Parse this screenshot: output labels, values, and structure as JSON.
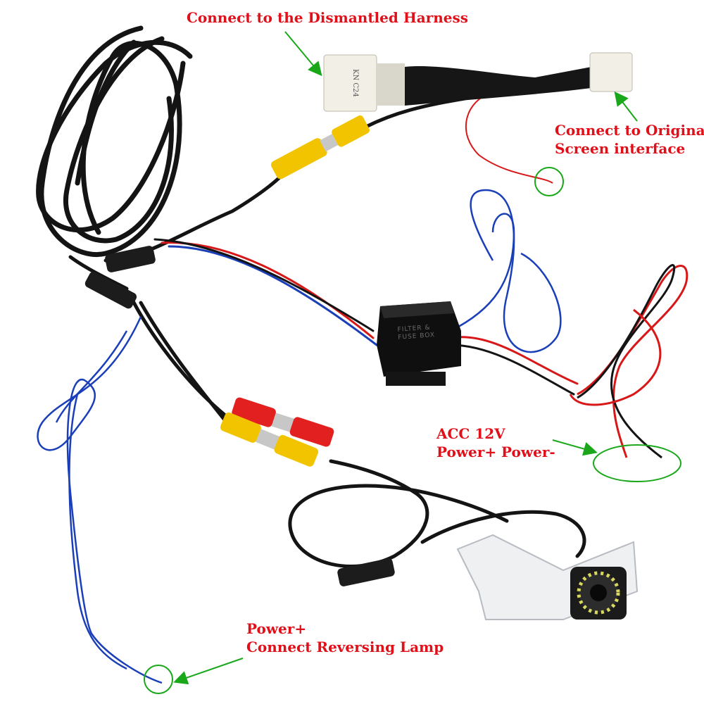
{
  "callouts": {
    "dismantled_harness": "Connect to the Dismantled Harness",
    "original_screen_line1": "Connect to Original",
    "original_screen_line2": "Screen interface",
    "acc_line1": "ACC 12V",
    "acc_line2": "Power+ Power-",
    "lamp_line1": "Power+",
    "lamp_line2": "Connect Reversing Lamp"
  },
  "product_text": {
    "fuse_box_line1": "FILTER &",
    "fuse_box_line2": "FUSE BOX",
    "harness_code": "KN C24"
  },
  "colors": {
    "callout_text": "#e0101a",
    "arrow": "#1aa81a",
    "marker_circle": "#1aa81a",
    "wire_black": "#141414",
    "wire_red": "#d81818",
    "wire_blue": "#1a3fb8",
    "rca_yellow": "#f2c400",
    "rca_red": "#e2201f"
  }
}
